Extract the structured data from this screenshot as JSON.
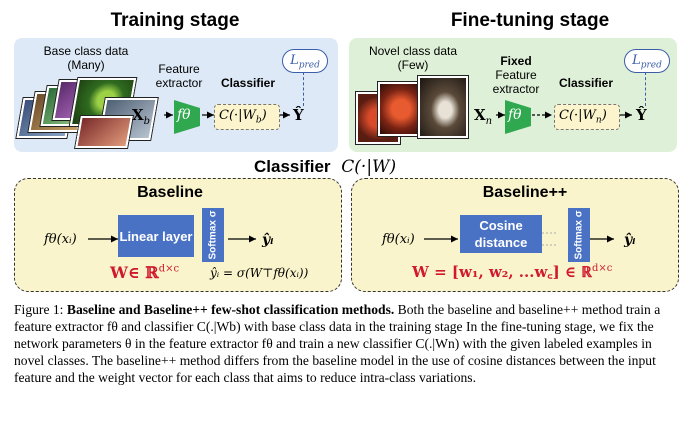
{
  "training": {
    "title": "Training stage",
    "data_label": "Base class data",
    "data_sub": "(Many)",
    "extractor_label": "Feature extractor",
    "classifier_label": "Classifier",
    "x_symbol": "X",
    "x_sub": "b",
    "f_symbol": "fθ",
    "classifier_expr": "C(·|W",
    "classifier_sub": "b",
    "classifier_close": ")",
    "y_symbol": "Ŷ",
    "loss_symbol": "L",
    "loss_sub": "pred"
  },
  "finetuning": {
    "title": "Fine-tuning stage",
    "data_label": "Novel class data",
    "data_sub": "(Few)",
    "fixed_label": "Fixed",
    "extractor_label": "Feature extractor",
    "classifier_label": "Classifier",
    "x_symbol": "X",
    "x_sub": "n",
    "f_symbol": "fθ",
    "classifier_expr": "C(·|W",
    "classifier_sub": "n",
    "classifier_close": ")",
    "y_symbol": "Ŷ",
    "loss_symbol": "L",
    "loss_sub": "pred"
  },
  "classifier_heading": {
    "label": "Classifier",
    "expr": "C(·|W)"
  },
  "baseline": {
    "title": "Baseline",
    "input": "fθ(xᵢ)",
    "layer_label": "Linear layer",
    "softmax_label": "Softmax",
    "sigma": "σ",
    "output": "ŷᵢ",
    "weight_expr": "W∈ ℝ",
    "weight_sup": "d×c",
    "output_expr": "ŷᵢ = σ(W⊤fθ(xᵢ))"
  },
  "baselinepp": {
    "title": "Baseline++",
    "input": "fθ(xᵢ)",
    "layer_label": "Cosine distance",
    "softmax_label": "Softmax",
    "sigma": "σ",
    "output": "ŷᵢ",
    "weight_expr": "W = [w₁, w₂, ...w꜀] ∈ ℝ",
    "weight_sup": "d×c"
  },
  "caption": {
    "prefix": "Figure 1: ",
    "title": "Baseline and Baseline++ few-shot classification methods.",
    "body": " Both the baseline and baseline++ method train a feature extractor fθ and classifier C(.|Wb) with base class data in the training stage In the fine-tuning stage, we fix the network parameters θ in the feature extractor fθ and train a new classifier C(.|Wn) with the given labeled examples in novel classes. The baseline++ method differs from the baseline model in the use of cosine distances between the input feature and the weight vector for each class that aims to reduce intra-class variations."
  },
  "colors": {
    "training_bg": "#dde9f6",
    "finetune_bg": "#dff0d8",
    "classifier_bg": "#faf4cc",
    "extractor_green": "#2fa84f",
    "box_blue": "#4a72c4",
    "weight_red": "#d0192b"
  }
}
